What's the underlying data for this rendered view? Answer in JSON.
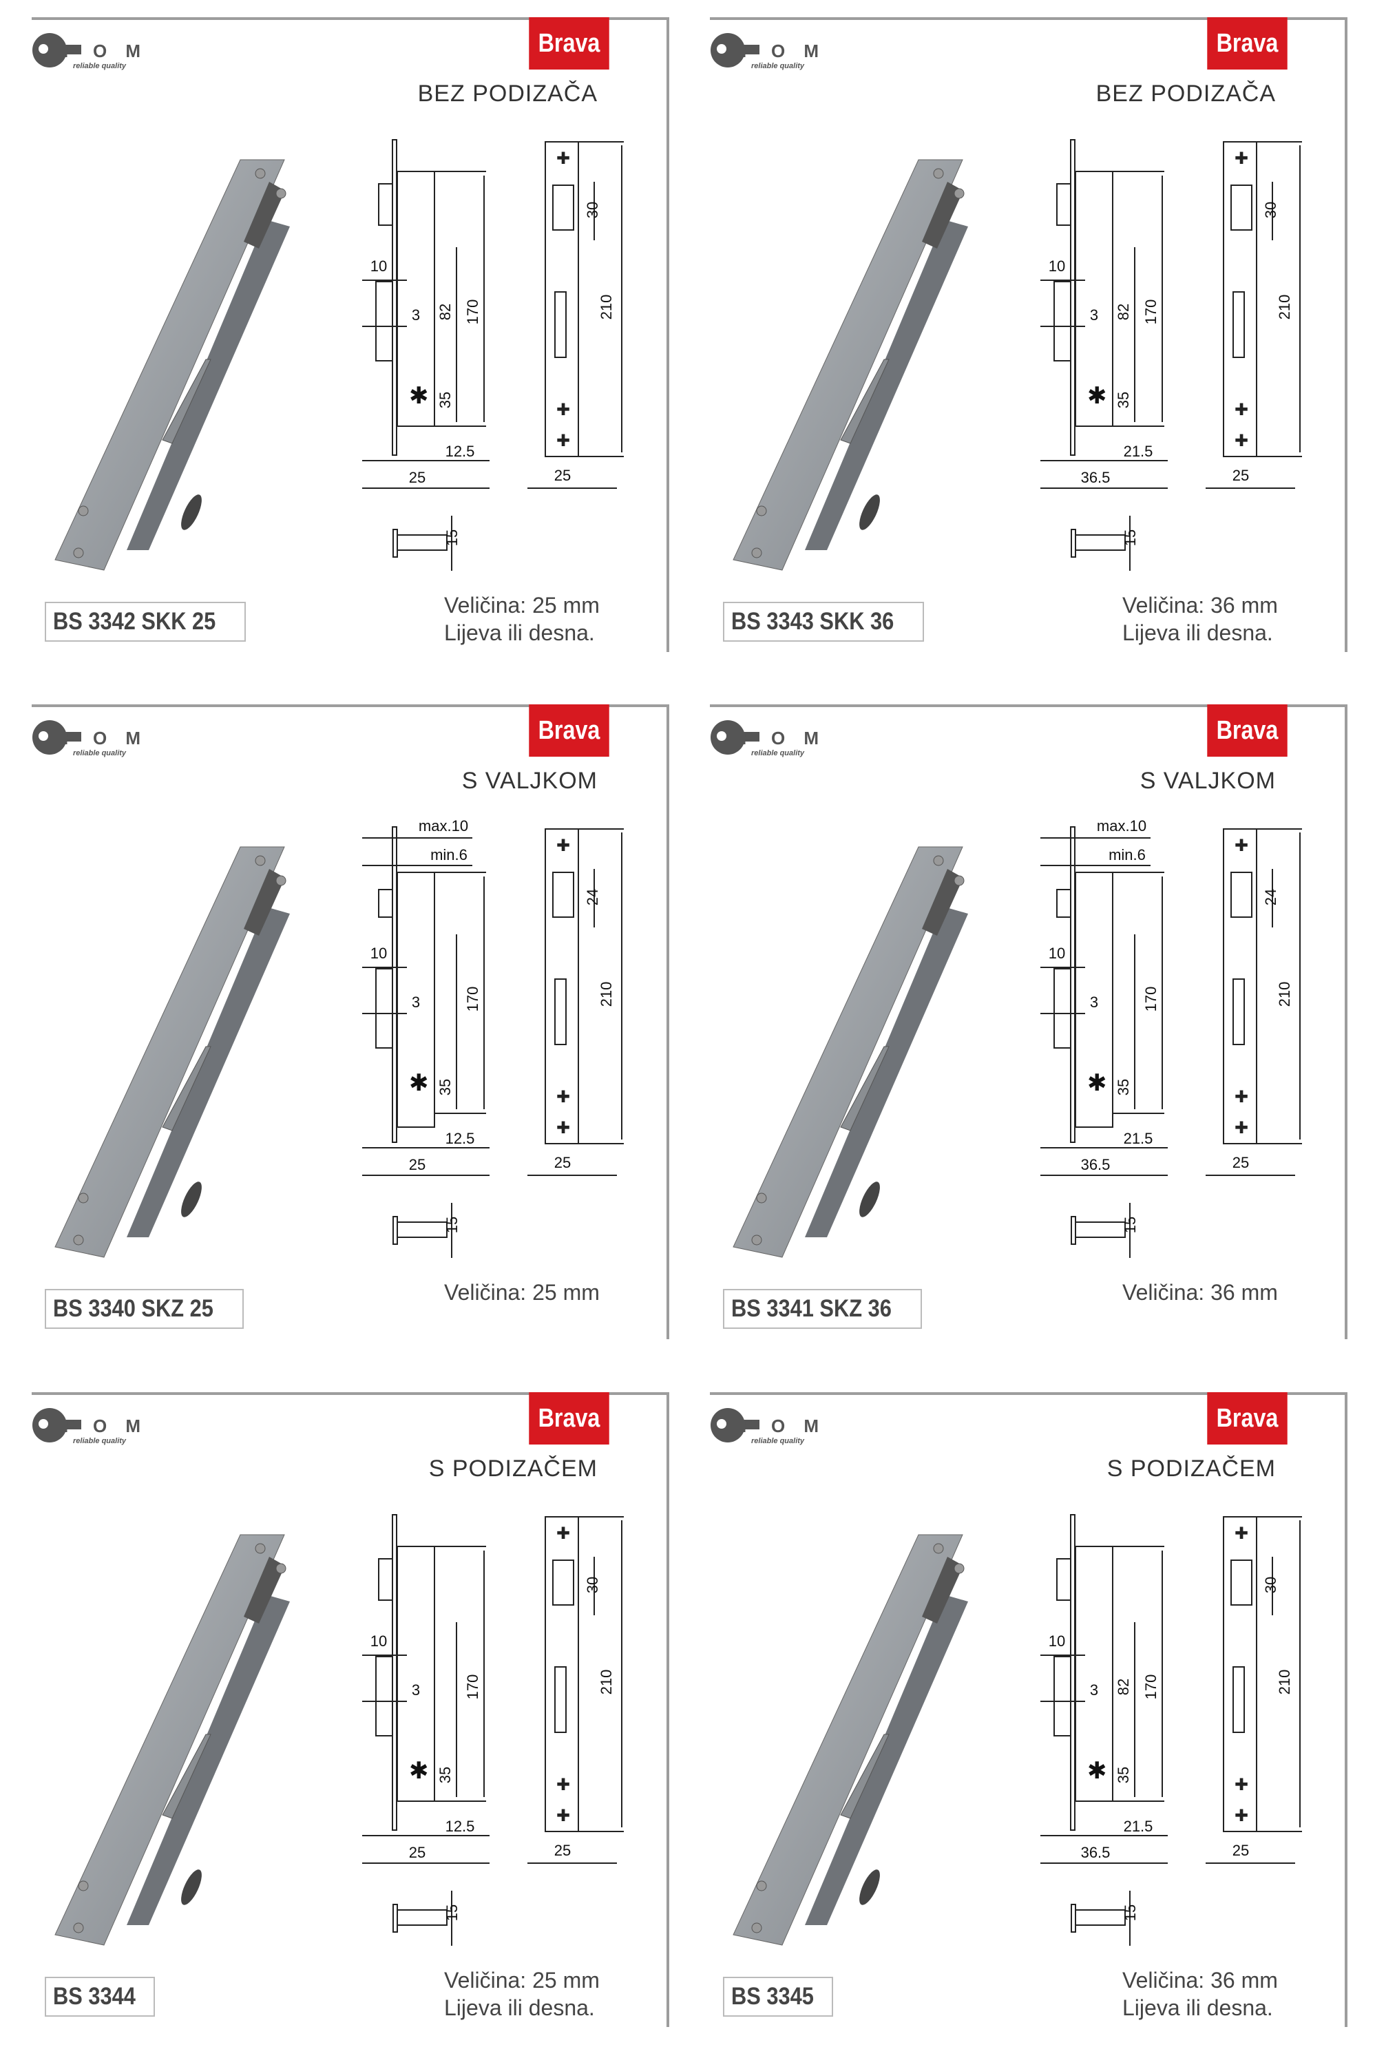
{
  "logo": {
    "brand": "FOM",
    "tagline": "reliable quality"
  },
  "colors": {
    "badge": "#d71920",
    "border": "#9d9d9d"
  },
  "cards": [
    {
      "badge": "Brava",
      "subtitle": "BEZ PODIZAČA",
      "model": "BS 3342 SKK 25",
      "size": "Veličina: 25 mm",
      "side": "Lijeva ili desna.",
      "variant": "bez",
      "dims": {
        "d10": "10",
        "d3": "3",
        "d82": "82",
        "d170": "170",
        "d35": "35",
        "dback": "12.5",
        "dwidth": "25",
        "d15": "15",
        "dtop": "30",
        "d210": "210",
        "dside": "25"
      }
    },
    {
      "badge": "Brava",
      "subtitle": "BEZ PODIZAČA",
      "model": "BS 3343 SKK 36",
      "size": "Veličina: 36 mm",
      "side": "Lijeva ili desna.",
      "variant": "bez",
      "dims": {
        "d10": "10",
        "d3": "3",
        "d82": "82",
        "d170": "170",
        "d35": "35",
        "dback": "21.5",
        "dwidth": "36.5",
        "d15": "15",
        "dtop": "30",
        "d210": "210",
        "dside": "25"
      }
    },
    {
      "badge": "Brava",
      "subtitle": "S VALJKOM",
      "model": "BS 3340 SKZ 25",
      "size": "Veličina: 25 mm",
      "variant": "valjak",
      "dims": {
        "dmax": "max.10",
        "dmin": "min.6",
        "d10": "10",
        "d3": "3",
        "d170": "170",
        "d35": "35",
        "dback": "12.5",
        "dwidth": "25",
        "d15": "15",
        "dtop": "24",
        "d210": "210",
        "dside": "25"
      }
    },
    {
      "badge": "Brava",
      "subtitle": "S VALJKOM",
      "model": "BS 3341 SKZ 36",
      "size": "Veličina: 36 mm",
      "variant": "valjak",
      "dims": {
        "dmax": "max.10",
        "dmin": "min.6",
        "d10": "10",
        "d3": "3",
        "d170": "170",
        "d35": "35",
        "dback": "21.5",
        "dwidth": "36.5",
        "d15": "15",
        "dtop": "24",
        "d210": "210",
        "dside": "25"
      }
    },
    {
      "badge": "Brava",
      "subtitle": "S PODIZAČEM",
      "model": "BS 3344",
      "size": "Veličina: 25 mm",
      "side": "Lijeva ili desna.",
      "variant": "pod",
      "dims": {
        "d10": "10",
        "d3": "3",
        "d170": "170",
        "d35": "35",
        "dback": "12.5",
        "dwidth": "25",
        "d15": "15",
        "dtop": "30",
        "d210": "210",
        "dside": "25"
      }
    },
    {
      "badge": "Brava",
      "subtitle": "S PODIZAČEM",
      "model": "BS 3345",
      "size": "Veličina: 36 mm",
      "side": "Lijeva ili desna.",
      "variant": "bez",
      "dims": {
        "d10": "10",
        "d3": "3",
        "d82": "82",
        "d170": "170",
        "d35": "35",
        "dback": "21.5",
        "dwidth": "36.5",
        "d15": "15",
        "dtop": "30",
        "d210": "210",
        "dside": "25"
      }
    }
  ]
}
